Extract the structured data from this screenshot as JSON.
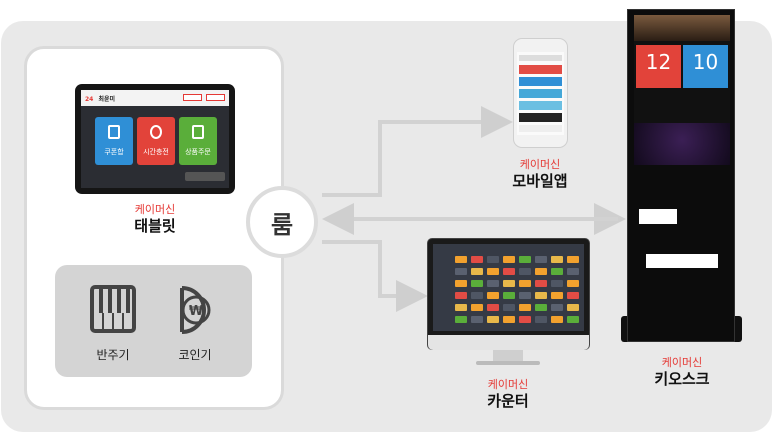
{
  "hub": {
    "label": "룸"
  },
  "tablet": {
    "brand": "케이머신",
    "name": "태블릿",
    "screen": {
      "room_number": "24",
      "title": "최윤미",
      "tiles": [
        "쿠폰합",
        "시간충전",
        "상품주문"
      ],
      "colors": [
        "#2f8fd6",
        "#e2433a",
        "#5aae3a"
      ]
    }
  },
  "devices": [
    {
      "label": "반주기",
      "icon": "piano-icon"
    },
    {
      "label": "코인기",
      "icon": "won-coin-icon"
    }
  ],
  "mobile": {
    "brand": "케이머신",
    "name": "모바일앱"
  },
  "counter": {
    "brand": "케이머신",
    "name": "카운터"
  },
  "kiosk": {
    "brand": "케이머신",
    "name": "키오스크",
    "screen": {
      "left_count": "12",
      "right_count": "10"
    },
    "colors": {
      "left": "#e2433a",
      "right": "#2f8fd6"
    }
  }
}
